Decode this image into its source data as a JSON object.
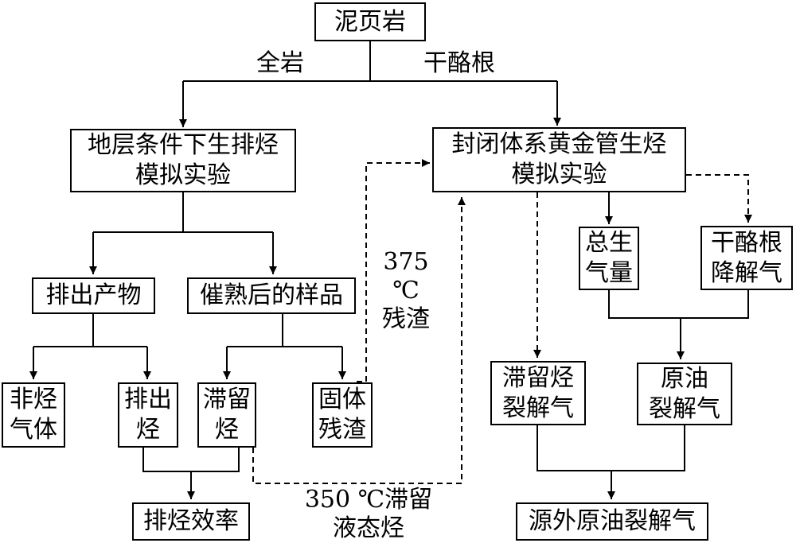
{
  "nodes": {
    "shale": "泥页岩",
    "formation_sim": "地层条件下生排烃\n模拟实验",
    "gold_tube_sim": "封闭体系黄金管生烃\n模拟实验",
    "expelled_products": "排出产物",
    "matured_sample": "催熟后的样品",
    "non_hc_gas": "非烃\n气体",
    "expelled_hc": "排出\n烃",
    "retained_hc": "滞留\n烃",
    "solid_residue": "固体\n残渣",
    "expulsion_efficiency": "排烃效率",
    "total_gas": "总生\n气量",
    "kerogen_gas": "干酪根\n降解气",
    "retained_cracking_gas": "滞留烃\n裂解气",
    "oil_cracking_gas": "原油\n裂解气",
    "external_oil_cracking_gas": "源外原油裂解气"
  },
  "labels": {
    "whole_rock": "全岩",
    "kerogen": "干酪根",
    "residue_375": "375 ℃\n残渣",
    "retained_liquid_350": "350 ℃滞留\n液态烃"
  }
}
